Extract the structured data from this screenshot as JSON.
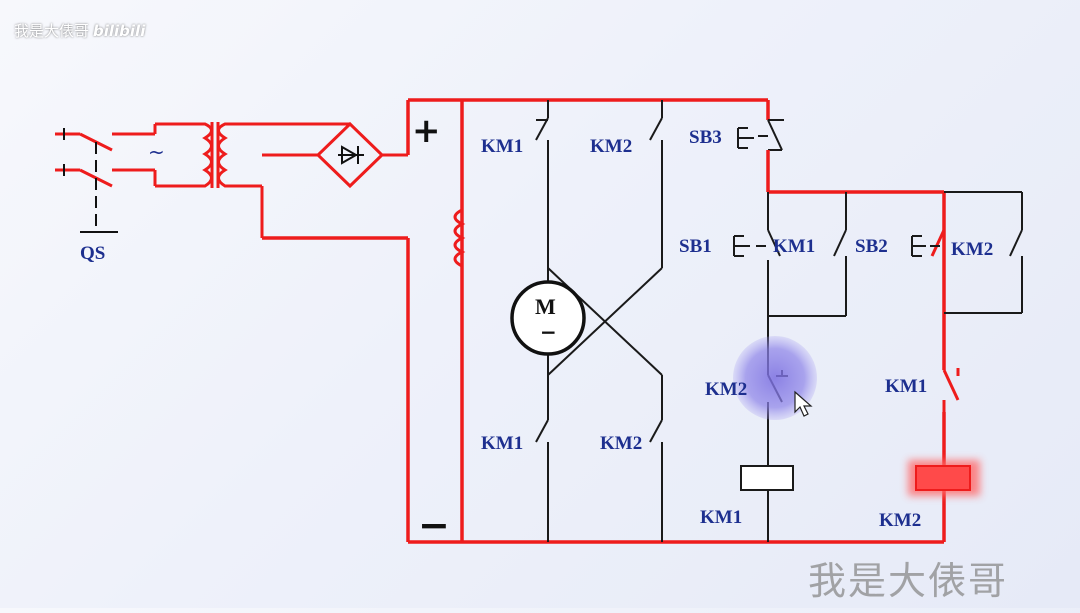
{
  "watermark": {
    "channel": "我是大俵哥",
    "brand": "bilibili",
    "bottom": "我是大俵哥"
  },
  "symbols": {
    "plus": "+",
    "minus": "−",
    "ac": "~",
    "motor": "M",
    "motor_dc": "−"
  },
  "labels": {
    "qs": "QS",
    "km1_top": "KM1",
    "km2_top": "KM2",
    "km1_bottom": "KM1",
    "km2_bottom": "KM2",
    "sb3": "SB3",
    "sb1": "SB1",
    "km1_hold": "KM1",
    "sb2": "SB2",
    "km2_hold": "KM2",
    "km2_interlock": "KM2",
    "km1_interlock": "KM1",
    "km1_coil": "KM1",
    "km2_coil": "KM2"
  },
  "colors": {
    "power_wire": "#ee1c1c",
    "control_wire": "#1a1a1a",
    "label": "#1d2f8f",
    "highlight": "#8a7ee6"
  }
}
